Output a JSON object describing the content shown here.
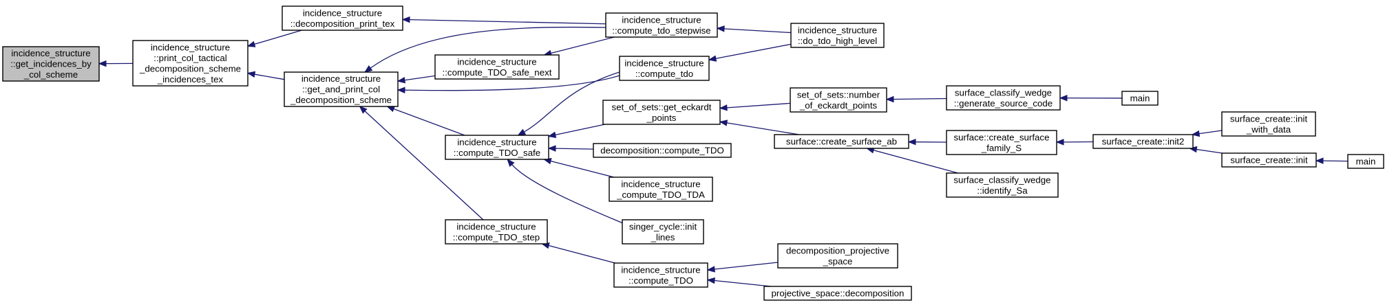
{
  "colors": {
    "edge": "#191970",
    "root_fill": "#bfbfbf",
    "node_fill": "#ffffff",
    "border": "#000000"
  },
  "nodes": {
    "n_root": [
      "incidence_structure",
      "::get_incidences_by",
      "_col_scheme"
    ],
    "n_print_tact": [
      "incidence_structure",
      "::print_col_tactical",
      "_decomposition_scheme",
      "_incidences_tex"
    ],
    "n_decomp_print_tex": [
      "incidence_structure",
      "::decomposition_print_tex"
    ],
    "n_get_and_print": [
      "incidence_structure",
      "::get_and_print_col",
      "_decomposition_scheme"
    ],
    "n_stepwise": [
      "incidence_structure",
      "::compute_tdo_stepwise"
    ],
    "n_do_tdo": [
      "incidence_structure",
      "::do_tdo_high_level"
    ],
    "n_safe_next": [
      "incidence_structure",
      "::compute_TDO_safe_next"
    ],
    "n_compute_tdo_lc": [
      "incidence_structure",
      "::compute_tdo"
    ],
    "n_compute_TDO_safe": [
      "incidence_structure",
      "::compute_TDO_safe"
    ],
    "n_compute_TDO_step": [
      "incidence_structure",
      "::compute_TDO_step"
    ],
    "n_eckardt": [
      "set_of_sets::get_eckardt",
      "_points"
    ],
    "n_decomp_compute": [
      "decomposition::compute_TDO"
    ],
    "n_TDA": [
      "incidence_structure",
      "_compute_TDO_TDA"
    ],
    "n_singer": [
      "singer_cycle::init",
      "_lines"
    ],
    "n_compute_TDO": [
      "incidence_structure",
      "::compute_TDO"
    ],
    "n_num_eckardt": [
      "set_of_sets::number",
      "_of_eckardt_points"
    ],
    "n_create_ab": [
      "surface::create_surface_ab"
    ],
    "n_dec_proj": [
      "decomposition_projective",
      "_space"
    ],
    "n_proj_dec": [
      "projective_space::decomposition"
    ],
    "n_gen_src": [
      "surface_classify_wedge",
      "::generate_source_code"
    ],
    "n_family_S": [
      "surface::create_surface",
      "_family_S"
    ],
    "n_identify": [
      "surface_classify_wedge",
      "::identify_Sa"
    ],
    "n_main1": [
      "main"
    ],
    "n_init2": [
      "surface_create::init2"
    ],
    "n_with_data": [
      "surface_create::init",
      "_with_data"
    ],
    "n_init": [
      "surface_create::init"
    ],
    "n_main2": [
      "main"
    ]
  }
}
